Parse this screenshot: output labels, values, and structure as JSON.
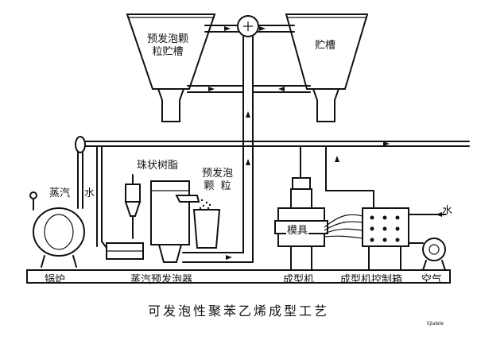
{
  "diagram": {
    "caption": "可发泡性聚苯乙烯成型工艺",
    "watermark": "lijialele",
    "tanks": {
      "prefoam_bin": "预发泡颗\n粒贮槽",
      "storage_bin": "贮槽"
    },
    "labels": {
      "bead_resin": "珠状树脂",
      "prefoamed_beads": "预发泡\n颗  粒",
      "steam": "蒸汽",
      "water_left": "水",
      "water_right": "水",
      "mold": "模具"
    },
    "base_labels": {
      "boiler": "锅炉",
      "steam_prefoamer": "蒸汽预发泡器",
      "molding_machine": "成型机",
      "control_box": "成型机控制箱",
      "air": "空气"
    }
  }
}
